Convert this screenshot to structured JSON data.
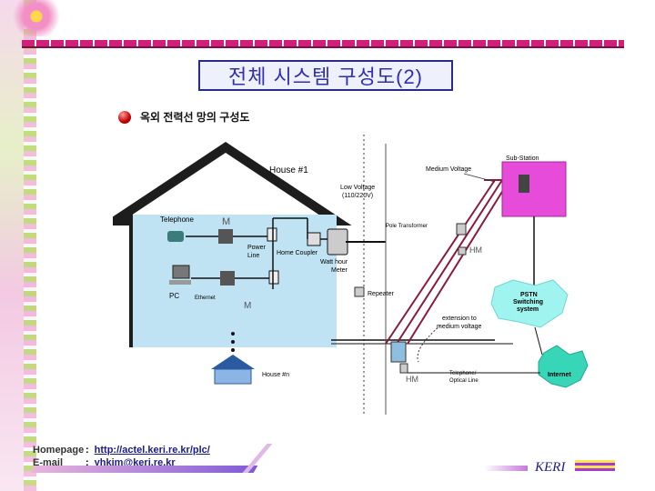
{
  "slide": {
    "title": "전체 시스템 구성도(2)",
    "subtitle": "옥외 전력선 망의 구성도"
  },
  "diagram": {
    "house1": "House #1",
    "house_n": "House #n",
    "telephone": "Telephone",
    "pc": "PC",
    "ethernet": "Ethernet",
    "m": "M",
    "power_line": "Power\nLine",
    "home_coupler": "Home Coupler",
    "watt_hour_meter": "Watt hour\nMeter",
    "low_voltage": "Low Voltage\n(110/220V)",
    "medium_voltage": "Medium Voltage",
    "sub_station": "Sub-Station",
    "pole_transformer": "Pole Transformer",
    "hm": "HM",
    "repeater": "Repeater",
    "extension": "extension to\nmedium voltage",
    "pstn": "PSTN\nSwitching\nsystem",
    "internet": "Internet",
    "telephone_optical": "Telephone/\nOptical Line"
  },
  "footer": {
    "homepage_label": "Homepage",
    "homepage_sep": ":",
    "homepage_url": "http://actel.keri.re.kr/plc/",
    "email_label": "E-mail",
    "email_sep": ":",
    "email": "yhkim@keri.re.kr",
    "brand": "KERI"
  },
  "colors": {
    "accent": "#d21f79",
    "title_text": "#2f2fb0",
    "house_fill": "#bfe3f2",
    "substation": "#e64bd9"
  }
}
